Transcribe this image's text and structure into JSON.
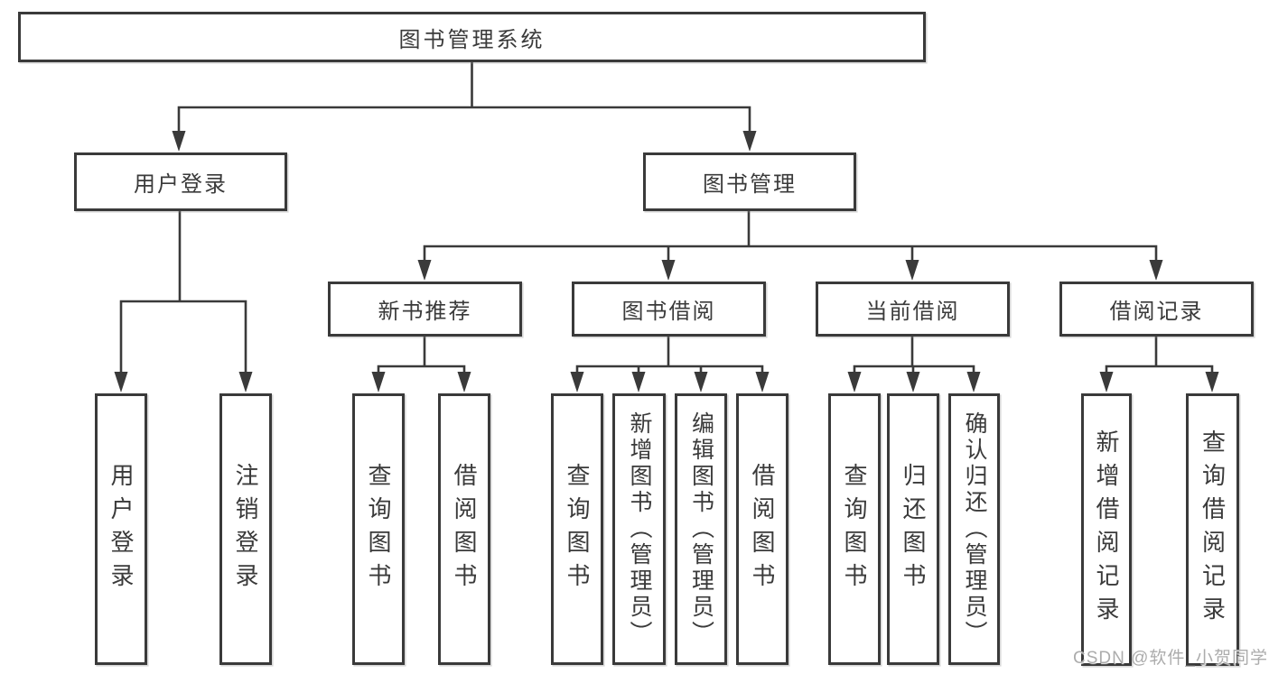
{
  "diagram": {
    "type": "hierarchy-tree",
    "root": {
      "label": "图书管理系统",
      "children": [
        {
          "label": "用户登录",
          "children": [
            {
              "label": "用户登录"
            },
            {
              "label": "注销登录"
            }
          ]
        },
        {
          "label": "图书管理",
          "children": [
            {
              "label": "新书推荐",
              "children": [
                {
                  "label": "查询图书"
                },
                {
                  "label": "借阅图书"
                }
              ]
            },
            {
              "label": "图书借阅",
              "children": [
                {
                  "label": "查询图书"
                },
                {
                  "label": "新增图书（管理员）"
                },
                {
                  "label": "编辑图书（管理员）"
                },
                {
                  "label": "借阅图书"
                }
              ]
            },
            {
              "label": "当前借阅",
              "children": [
                {
                  "label": "查询图书"
                },
                {
                  "label": "归还图书"
                },
                {
                  "label": "确认归还（管理员）"
                }
              ]
            },
            {
              "label": "借阅记录",
              "children": [
                {
                  "label": "新增借阅记录"
                },
                {
                  "label": "查询借阅记录"
                }
              ]
            }
          ]
        }
      ]
    },
    "watermark": "CSDN @软件_小贺同学",
    "colors": {
      "line": "#3a3a3a",
      "text": "#3a3a3a",
      "box_fill": "#ffffff",
      "watermark": "#acacac",
      "background": "#ffffff"
    }
  }
}
